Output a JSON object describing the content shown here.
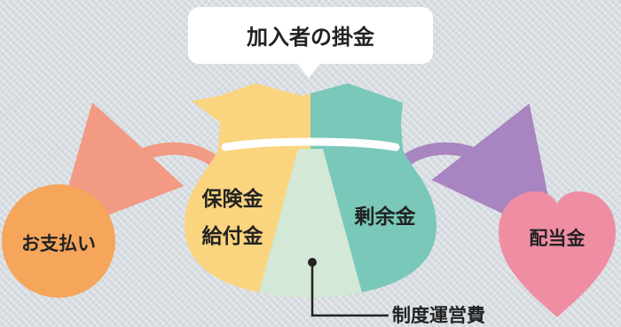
{
  "title": "加入者の掛金",
  "bag": {
    "left_label_line1": "保険金",
    "left_label_line2": "給付金",
    "right_label": "剰余金",
    "bottom_label": "制度運営費"
  },
  "outcomes": {
    "left": "お支払い",
    "right": "配当金"
  },
  "colors": {
    "bag_left": "#fad47e",
    "bag_right": "#79c8ba",
    "bag_center": "#d3e8d6",
    "circle": "#f5a65a",
    "heart": "#ef8da3",
    "arrow_left": "#f29a84",
    "arrow_right": "#a884c0"
  }
}
